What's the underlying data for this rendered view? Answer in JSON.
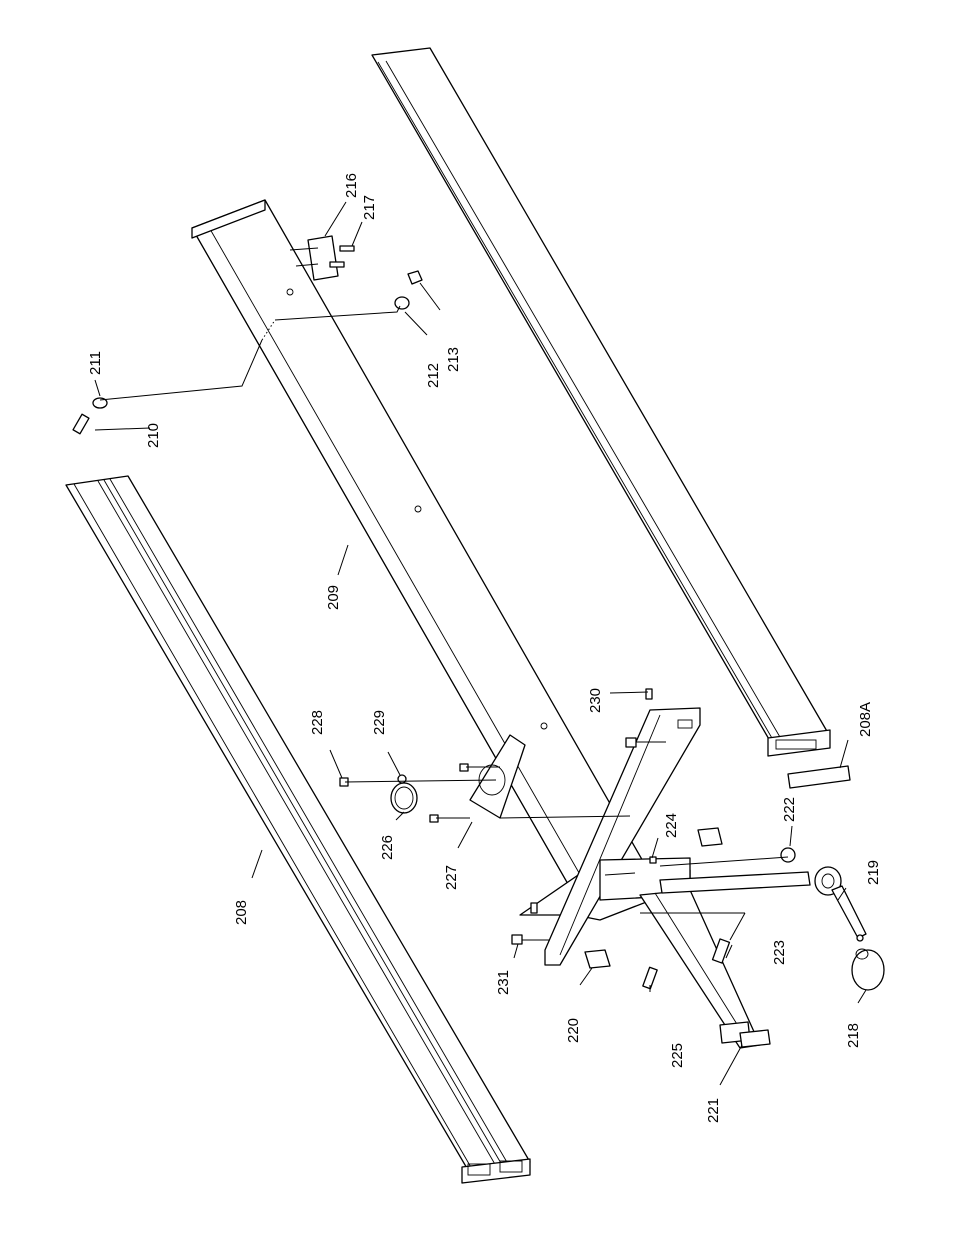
{
  "callouts": [
    {
      "id": "208",
      "text": "208"
    },
    {
      "id": "208A",
      "text": "208A"
    },
    {
      "id": "209",
      "text": "209"
    },
    {
      "id": "210",
      "text": "210"
    },
    {
      "id": "211",
      "text": "211"
    },
    {
      "id": "212",
      "text": "212"
    },
    {
      "id": "213",
      "text": "213"
    },
    {
      "id": "216",
      "text": "216"
    },
    {
      "id": "217",
      "text": "217"
    },
    {
      "id": "218",
      "text": "218"
    },
    {
      "id": "219",
      "text": "219"
    },
    {
      "id": "220",
      "text": "220"
    },
    {
      "id": "221",
      "text": "221"
    },
    {
      "id": "222",
      "text": "222"
    },
    {
      "id": "223",
      "text": "223"
    },
    {
      "id": "224",
      "text": "224"
    },
    {
      "id": "225",
      "text": "225"
    },
    {
      "id": "226",
      "text": "226"
    },
    {
      "id": "227",
      "text": "227"
    },
    {
      "id": "228",
      "text": "228"
    },
    {
      "id": "229",
      "text": "229"
    },
    {
      "id": "230",
      "text": "230"
    },
    {
      "id": "231",
      "text": "231"
    }
  ]
}
